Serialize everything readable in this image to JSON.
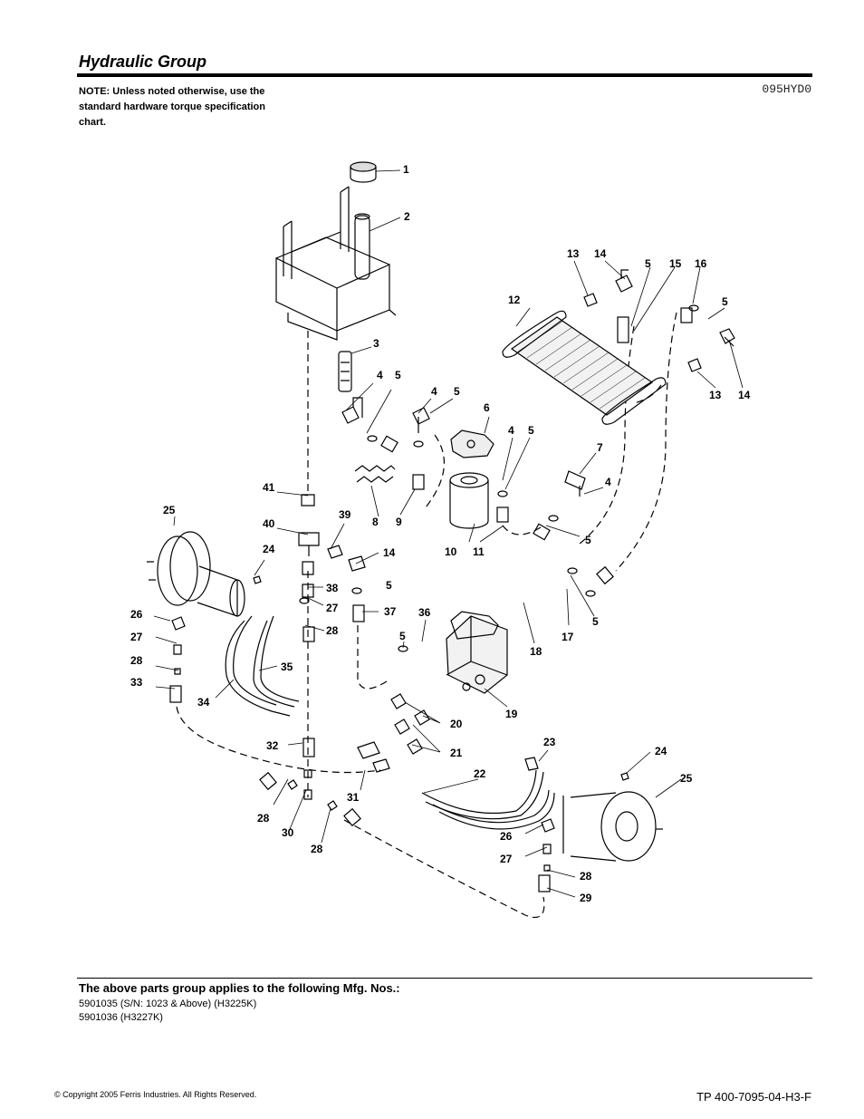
{
  "header": {
    "title": "Hydraulic Group",
    "note": "NOTE: Unless noted otherwise, use the standard hardware torque specification chart.",
    "code": "095HYD0"
  },
  "callouts": [
    "1",
    "2",
    "3",
    "4",
    "5",
    "4",
    "5",
    "6",
    "4",
    "5",
    "7",
    "4",
    "8",
    "9",
    "10",
    "11",
    "5",
    "12",
    "13",
    "14",
    "5",
    "15",
    "16",
    "5",
    "13",
    "14",
    "41",
    "40",
    "39",
    "14",
    "38",
    "5",
    "27",
    "28",
    "37",
    "36",
    "5",
    "18",
    "17",
    "5",
    "25",
    "24",
    "26",
    "27",
    "28",
    "33",
    "34",
    "35",
    "19",
    "20",
    "21",
    "32",
    "31",
    "22",
    "23",
    "24",
    "25",
    "28",
    "30",
    "28",
    "26",
    "27",
    "28",
    "29"
  ],
  "footer": {
    "applies_heading": "The above parts group applies to the following Mfg. Nos.:",
    "mfg_numbers": [
      "5901035 (S/N: 1023 & Above) (H3225K)",
      "5901036 (H3227K)"
    ],
    "copyright": "© Copyright  2005 Ferris Industries. All Rights Reserved.",
    "tp_number": "TP 400-7095-04-H3-F"
  }
}
